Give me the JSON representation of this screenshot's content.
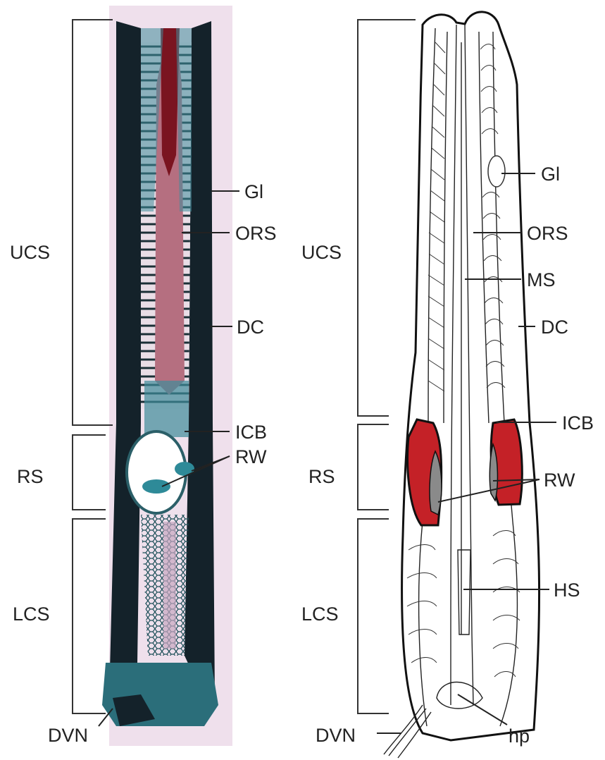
{
  "figure": {
    "left_panel": {
      "zone_labels": {
        "ucs": "UCS",
        "rs": "RS",
        "lcs": "LCS",
        "dvn": "DVN"
      },
      "structure_labels": {
        "gl": "Gl",
        "ors": "ORS",
        "dc": "DC",
        "icb": "ICB",
        "rw": "RW"
      },
      "colors": {
        "paper": "#efe0ec",
        "dark_wall": "#14222a",
        "teal": "#3f8c9a",
        "core": "#b56f80",
        "tip_red": "#7a1420"
      }
    },
    "right_panel": {
      "zone_labels": {
        "ucs": "UCS",
        "rs": "RS",
        "lcs": "LCS",
        "dvn": "DVN"
      },
      "structure_labels": {
        "gl": "Gl",
        "ors": "ORS",
        "ms": "MS",
        "dc": "DC",
        "icb": "ICB",
        "rw": "RW",
        "hs": "HS",
        "hp": "hp"
      },
      "colors": {
        "red": "#c42127",
        "grey": "#8a8a8a",
        "line": "#111111"
      }
    }
  }
}
